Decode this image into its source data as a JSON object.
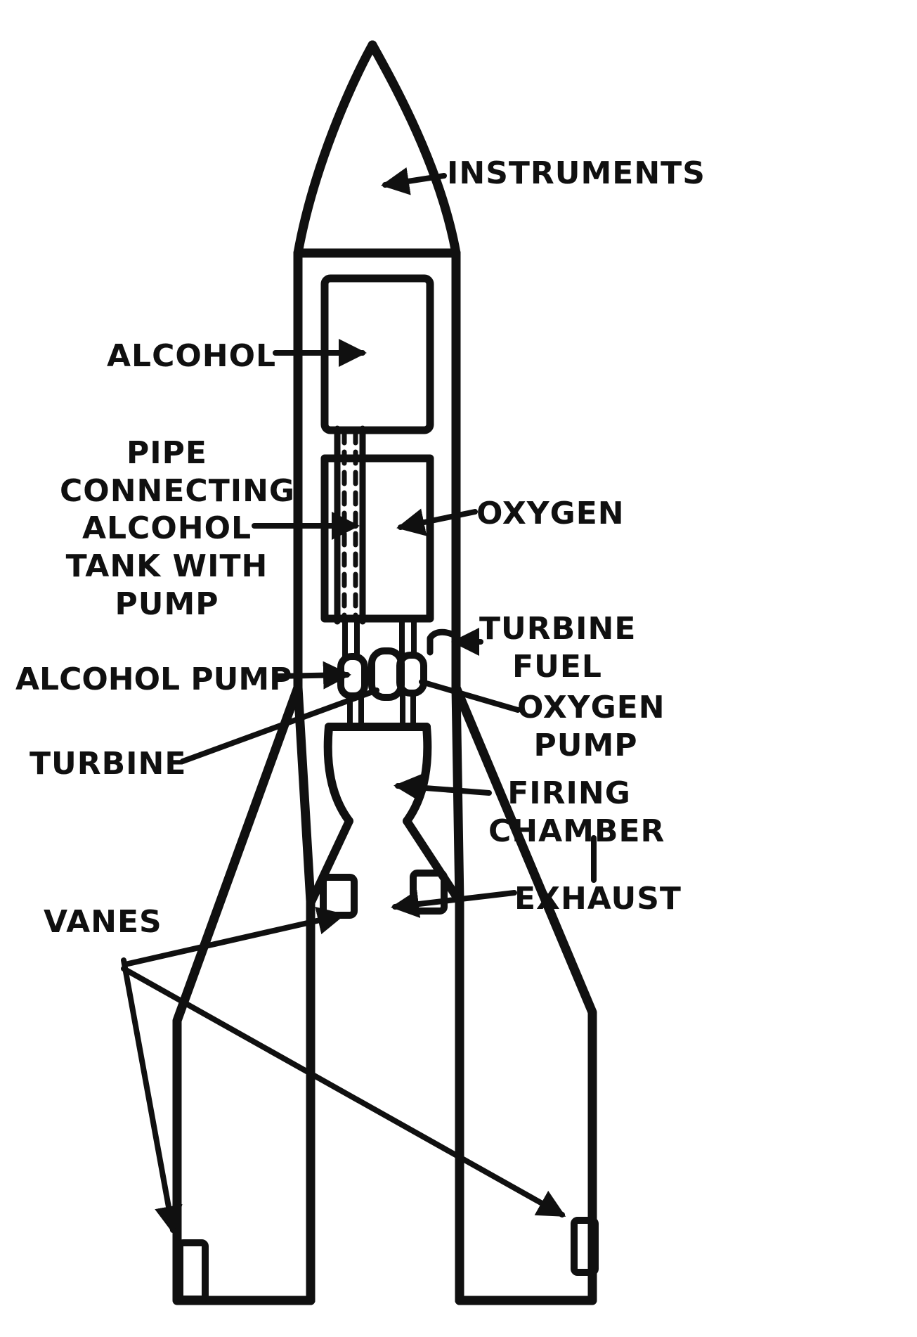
{
  "title": "Rocket cutaway schematic",
  "colors": {
    "ink": "#101010",
    "background": "#ffffff"
  },
  "labels": {
    "instruments": "INSTRUMENTS",
    "alcohol": "ALCOHOL",
    "pipe_connecting": "PIPE\nCONNECTING\nALCOHOL\nTANK WITH\nPUMP",
    "oxygen": "OXYGEN",
    "turbine_fuel": "TURBINE\nFUEL",
    "alcohol_pump": "ALCOHOL PUMP",
    "oxygen_pump": "OXYGEN\nPUMP",
    "turbine": "TURBINE",
    "firing_chamber": "FIRING\nCHAMBER",
    "exhaust": "EXHAUST",
    "vanes": "VANES"
  }
}
